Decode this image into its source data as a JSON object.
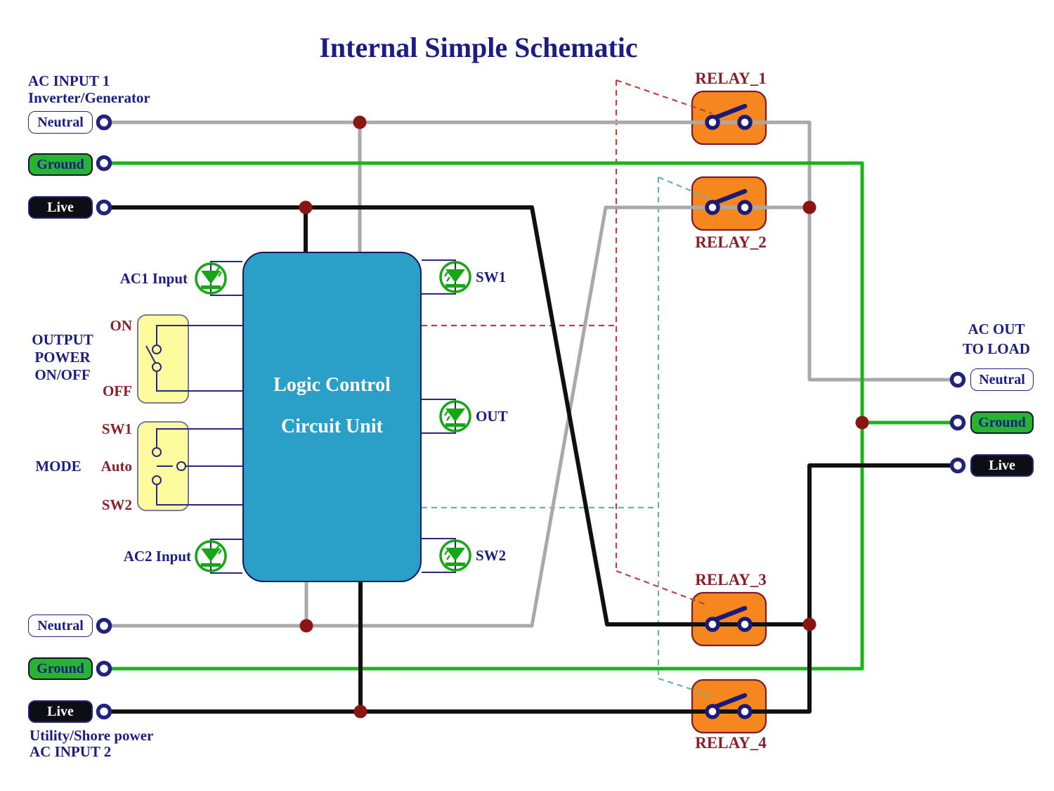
{
  "title": "Internal Simple Schematic",
  "inputs": {
    "ac1": {
      "heading1": "AC INPUT 1",
      "heading2": "Inverter/Generator",
      "neutral": "Neutral",
      "ground": "Ground",
      "live": "Live"
    },
    "ac2": {
      "heading1": "Utility/Shore power",
      "heading2": "AC INPUT 2",
      "neutral": "Neutral",
      "ground": "Ground",
      "live": "Live"
    }
  },
  "output": {
    "heading1": "AC OUT",
    "heading2": "TO LOAD",
    "neutral": "Neutral",
    "ground": "Ground",
    "live": "Live"
  },
  "logic_unit": {
    "line1": "Logic Control",
    "line2": "Circuit Unit"
  },
  "relays": [
    {
      "name": "RELAY_1"
    },
    {
      "name": "RELAY_2"
    },
    {
      "name": "RELAY_3"
    },
    {
      "name": "RELAY_4"
    }
  ],
  "leds": {
    "ac1": "AC1 Input",
    "sw1": "SW1",
    "out": "OUT",
    "ac2": "AC2 Input",
    "sw2": "SW2"
  },
  "switches": {
    "power": {
      "heading_line1": "OUTPUT",
      "heading_line2": "POWER",
      "heading_line3": "ON/OFF",
      "on": "ON",
      "off": "OFF"
    },
    "mode": {
      "heading": "MODE",
      "sw1": "SW1",
      "auto": "Auto",
      "sw2": "SW2"
    }
  },
  "colors": {
    "neutral_wire": "#a9a9a9",
    "ground_wire": "#1cb41c",
    "live_wire": "#101010",
    "relay_fill": "#f6871e",
    "relay_border": "#7e1a2a",
    "junction_dot": "#8b1414",
    "control_line_relay13": "#c24040",
    "control_line_relay24": "#6fafb4",
    "logic_box": "#2aa0c8",
    "switch_box": "#fefb9e",
    "led_green": "#16a616",
    "text_navy": "#1c1c84",
    "text_maroon": "#8b1e28"
  }
}
